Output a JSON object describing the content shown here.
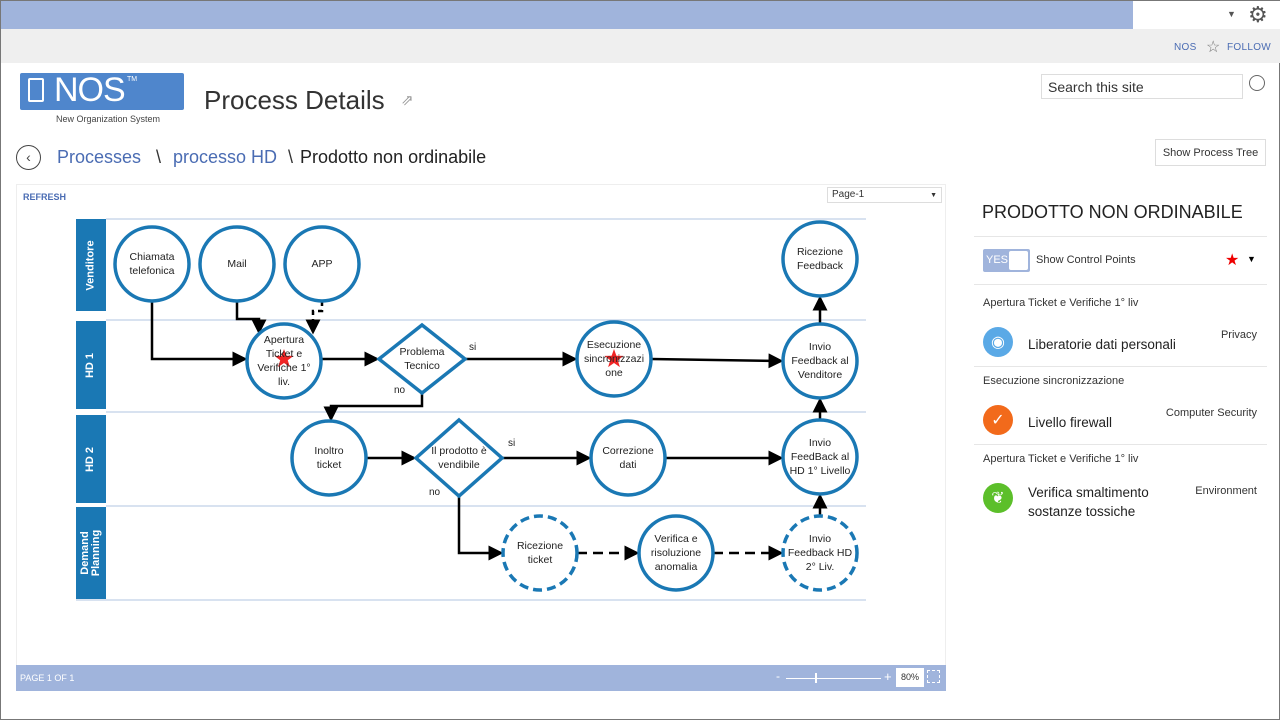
{
  "header": {
    "site_link": "NOS",
    "follow": "FOLLOW",
    "logo_text": "NOS",
    "logo_tm": "TM",
    "logo_subtitle": "New Organization System",
    "title": "Process Details",
    "search_placeholder": "Search this site"
  },
  "breadcrumb": {
    "items": [
      "Processes",
      "processo HD"
    ],
    "sep": "\\",
    "current": "Prodotto non ordinabile"
  },
  "show_tree": "Show Process Tree",
  "viewer": {
    "refresh": "REFRESH",
    "page_select": "Page-1",
    "page_status": "PAGE 1 OF 1",
    "zoom": "80%",
    "zoom_minus": "-",
    "zoom_plus": "+",
    "zoom_level": 0.3
  },
  "diagram": {
    "lanes": [
      "Venditore",
      "HD 1",
      "HD 2",
      "Demand Planning"
    ],
    "nodes": {
      "chiamata": "Chiamata telefonica",
      "mail": "Mail",
      "app": "APP",
      "apertura": "Apertura Ticket e Verifiche 1° liv.",
      "problema": "Problema Tecnico",
      "esecuzione": "Esecuzione sincronizzazione",
      "invio_vend": "Invio Feedback al Venditore",
      "ric_feed": "Ricezione Feedback",
      "inoltro": "Inoltro ticket",
      "prodotto": "Il prodotto è vendibile",
      "correzione": "Correzione dati",
      "invio_hd1": "Invio FeedBack al HD 1° Livello",
      "ric_ticket": "Ricezione ticket",
      "verifica": "Verifica e risoluzione anomalia",
      "invio_hd2": "Invio Feedback HD 2° Liv."
    },
    "edges": {
      "si": "si",
      "no": "no"
    }
  },
  "side": {
    "title": "PRODOTTO NON ORDINABILE",
    "toggle": "YES",
    "toggle_label": "Show Control Points",
    "controls": [
      {
        "step": "Apertura Ticket e Verifiche 1° liv",
        "name": "Liberatorie dati personali",
        "category": "Privacy",
        "color": "#5aa9e6",
        "icon": "eye-icon"
      },
      {
        "step": "Esecuzione sincronizzazione",
        "name": "Livello firewall",
        "category": "Computer Security",
        "color": "#f26a1b",
        "icon": "shield-icon"
      },
      {
        "step": "Apertura Ticket e Verifiche 1° liv",
        "name": "Verifica smaltimento sostanze tossiche",
        "category": "Environment",
        "color": "#5cbf2a",
        "icon": "leaf-icon"
      }
    ]
  }
}
